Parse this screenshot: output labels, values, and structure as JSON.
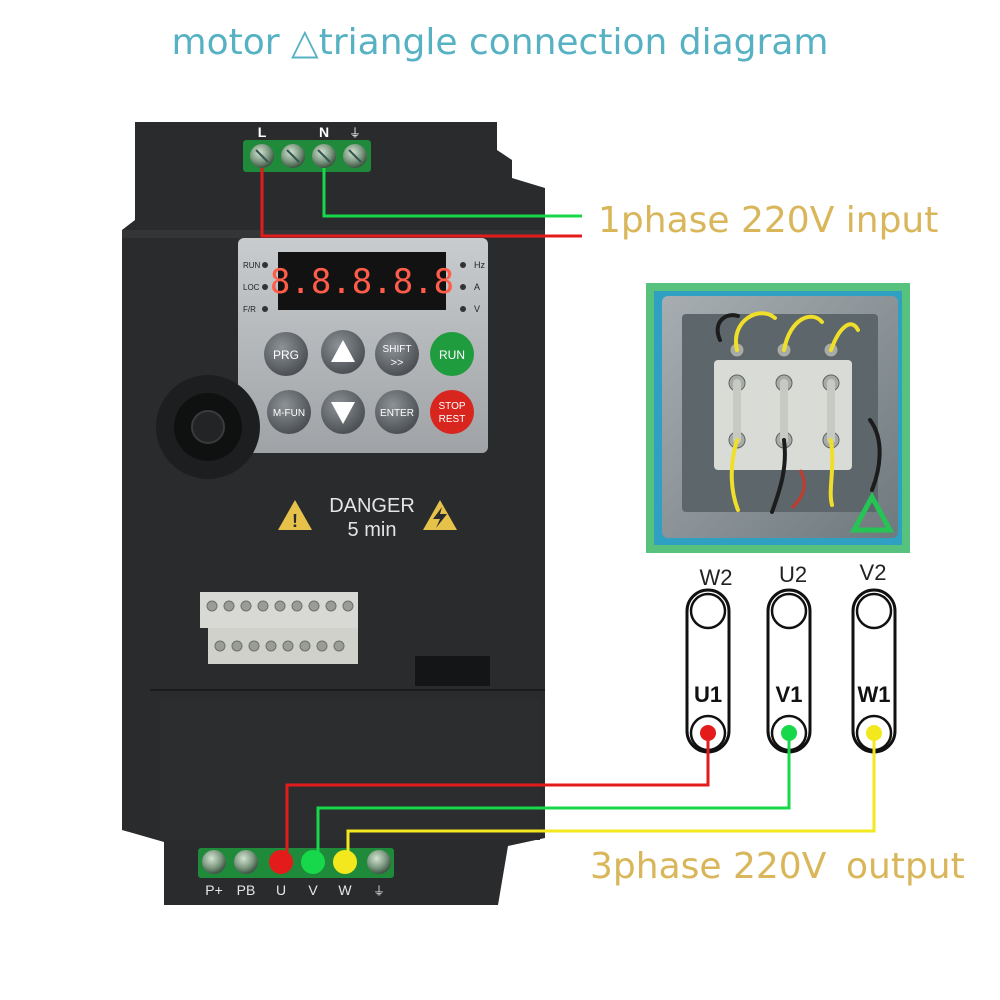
{
  "title": "motor △triangle connection diagram",
  "input_terminals": {
    "l": "L",
    "n": "N",
    "ground": "⏚"
  },
  "input_label": "1phase 220V input",
  "output_label_a": "3phase 220V",
  "output_label_b": "output",
  "keypad": {
    "led_left": [
      "RUN",
      "LOC",
      "F/R"
    ],
    "led_right": [
      "Hz",
      "A",
      "V"
    ],
    "display": "8.8.8.8.8",
    "prg": "PRG",
    "shift_top": "SHIFT",
    "shift_bottom": ">>",
    "run": "RUN",
    "mfun": "M-FUN",
    "enter": "ENTER",
    "stop_top": "STOP",
    "stop_bottom": "REST"
  },
  "danger": {
    "line1": "DANGER",
    "line2": "5 min"
  },
  "output_terminals": [
    "P+",
    "PB",
    "U",
    "V",
    "W",
    "⏚"
  ],
  "motor": {
    "top_labels": [
      "W2",
      "U2",
      "V2"
    ],
    "bottom_labels": [
      "U1",
      "V1",
      "W1"
    ],
    "delta_symbol": "△"
  },
  "colors": {
    "title": "#56b2c3",
    "label": "#d9b65a",
    "red": "#e31b1b",
    "green": "#17d84a",
    "yellow": "#f3e81e",
    "body": "#2a2b2d"
  }
}
